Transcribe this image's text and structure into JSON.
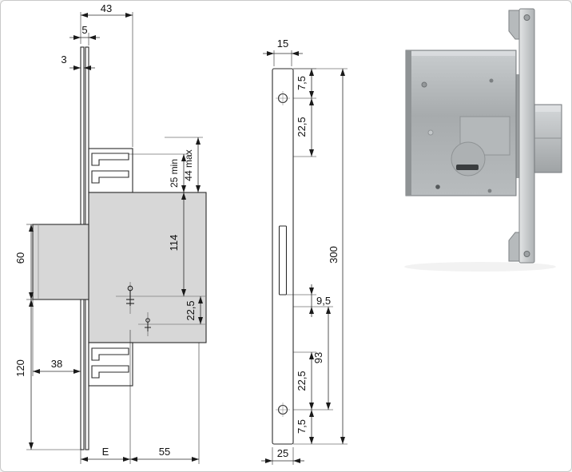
{
  "colors": {
    "line": "#2b2b2b",
    "body_fill": "#d7d7d7",
    "steel_light": "#dcdee0",
    "steel_mid": "#a7abad",
    "steel_dark": "#75797c"
  },
  "side_view": {
    "d43": "43",
    "d5": "5",
    "d3": "3",
    "d25min": "25 min",
    "d44max": "44 max",
    "d114": "114",
    "d22_5": "22,5",
    "d60": "60",
    "d120": "120",
    "d38": "38",
    "dE": "E",
    "d55": "55"
  },
  "faceplate_view": {
    "d15": "15",
    "d7_5_top": "7,5",
    "d22_5_top": "22,5",
    "d300": "300",
    "d9_5": "9,5",
    "d93": "93",
    "d22_5_bottom": "22,5",
    "d7_5_bottom": "7,5",
    "d25": "25"
  }
}
